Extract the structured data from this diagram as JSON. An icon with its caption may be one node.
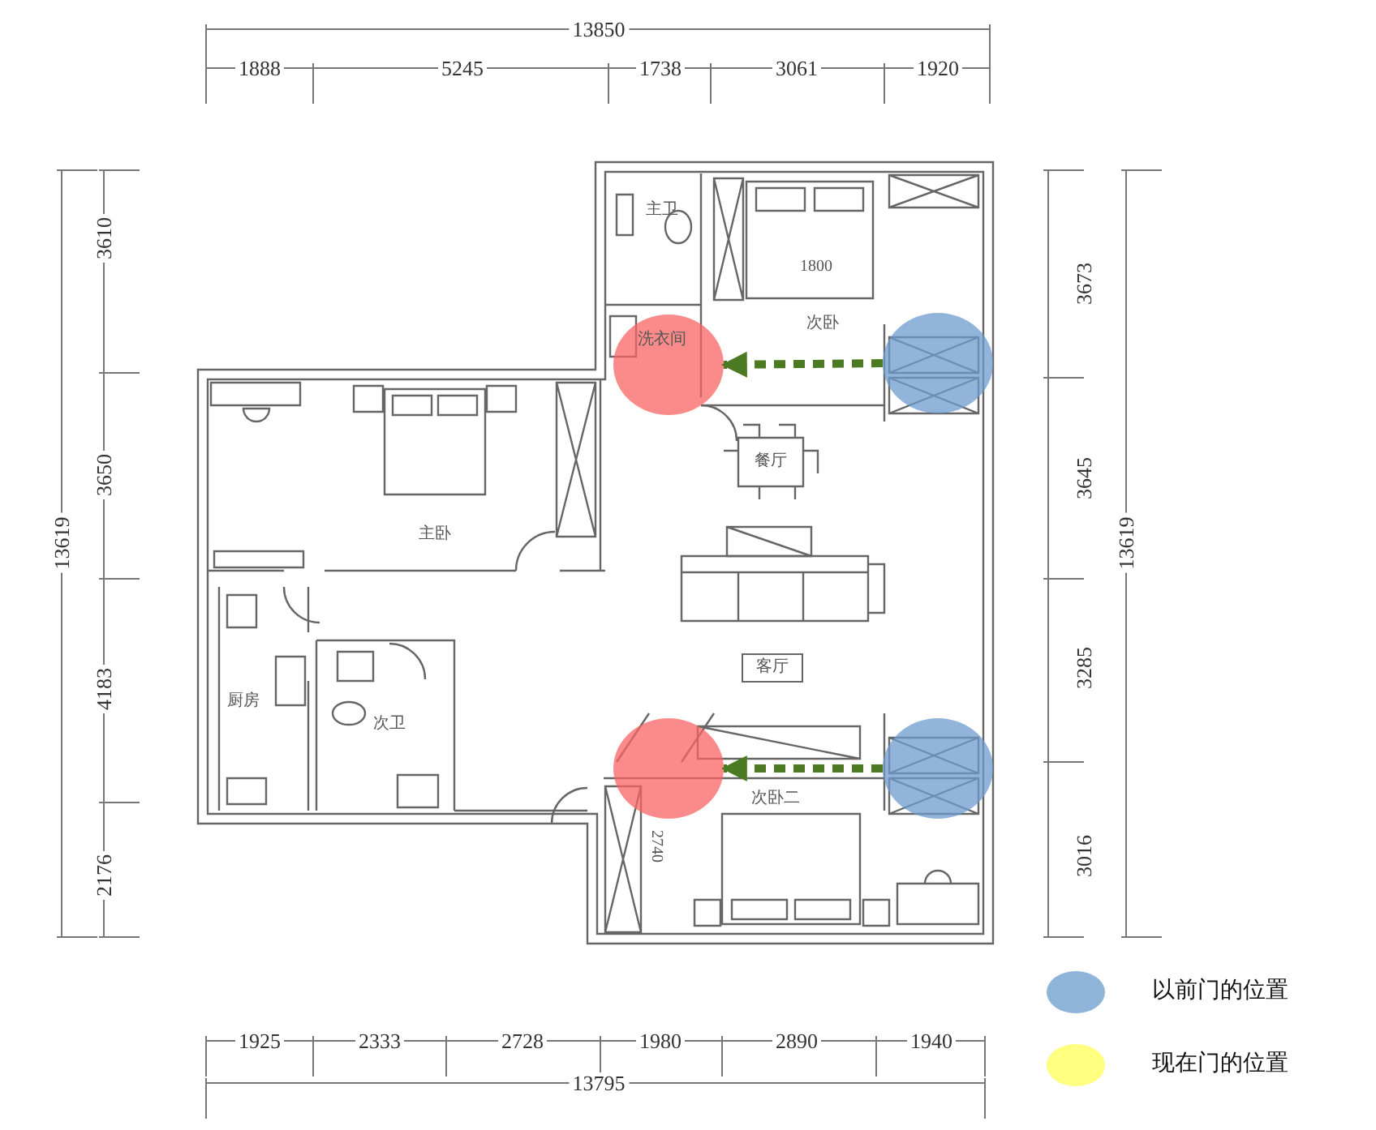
{
  "diagram": {
    "nodes": [
      {
        "text": [],
        "shape": "circle"
      },
      {
        "text": [],
        "shape": "circle"
      },
      {
        "text": [],
        "shape": "circle"
      },
      {
        "text": [],
        "shape": "circle"
      }
    ],
    "edges": [
      {
        "from": 1,
        "to": 0,
        "arrow": "to",
        "style": "dashed"
      },
      {
        "from": 3,
        "to": 2,
        "arrow": "to",
        "style": "dashed"
      }
    ],
    "labels": [
      "13850",
      "1888",
      "5245",
      "1738",
      "3061",
      "1920",
      "13619",
      "3610",
      "3650",
      "4183",
      "2176",
      "3673",
      "3645",
      "3285",
      "3016",
      "13619",
      "主卫",
      "1800",
      "洗衣间",
      "次卧",
      "餐厅",
      "主卧",
      "客厅",
      "厨房",
      "次卫",
      "次卧二",
      "2740",
      "1925",
      "2333",
      "2728",
      "1980",
      "2890",
      "1940",
      "13795"
    ],
    "legend": [
      {
        "text": "以前门的位置",
        "color": "#8eb4d9"
      },
      {
        "text": "现在门的位置",
        "color": "#ffff80"
      }
    ]
  }
}
